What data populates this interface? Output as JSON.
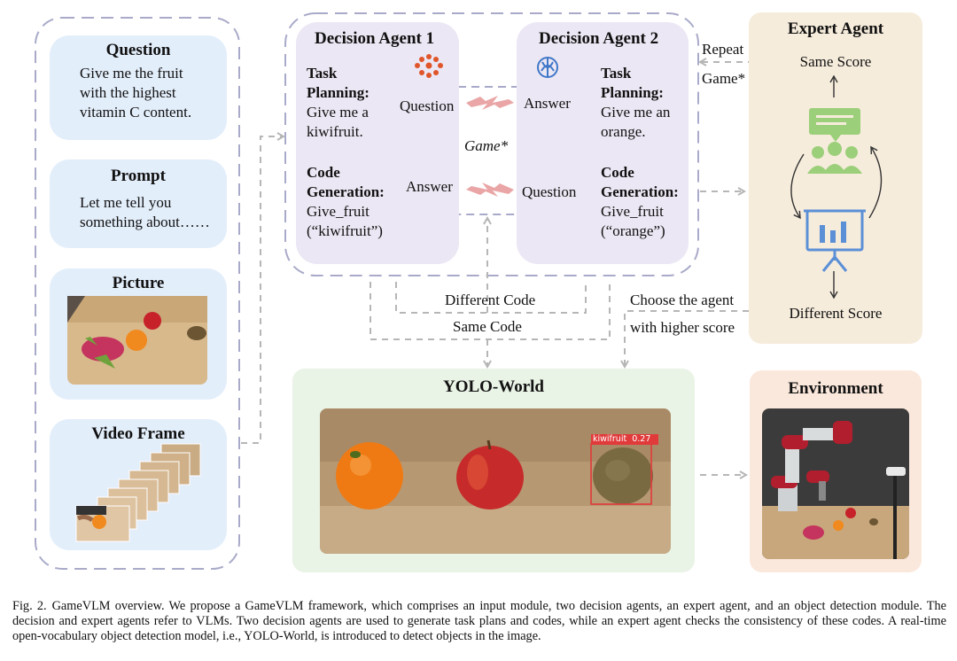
{
  "input": {
    "question_title": "Question",
    "question_lines": [
      "Give me the fruit",
      "with the highest",
      "vitamin C content."
    ],
    "prompt_title": "Prompt",
    "prompt_lines": [
      "Let me tell you",
      "something about……"
    ],
    "picture_title": "Picture",
    "video_title": "Video Frame"
  },
  "agent1": {
    "title": "Decision Agent 1",
    "task_label_1": "Task",
    "task_label_2": "Planning:",
    "task_lines": [
      "Give me a",
      "kiwifruit."
    ],
    "code_label_1": "Code",
    "code_label_2": "Generation:",
    "code_lines": [
      "Give_fruit",
      "(“kiwifruit”)"
    ]
  },
  "agent2": {
    "title": "Decision Agent 2",
    "task_label_1": "Task",
    "task_label_2": "Planning:",
    "task_lines": [
      "Give me an",
      "orange."
    ],
    "code_label_1": "Code",
    "code_label_2": "Generation:",
    "code_lines": [
      "Give_fruit",
      "(“orange”)"
    ]
  },
  "game": {
    "label": "Game*",
    "question_left": "Question",
    "answer_right": "Answer",
    "answer_left": "Answer",
    "question_right": "Question"
  },
  "flow": {
    "different_code": "Different Code",
    "same_code": "Same Code",
    "choose_line1": "Choose the agent",
    "choose_line2": "with higher score",
    "repeat_line1": "Repeat",
    "repeat_line2": "Game*"
  },
  "expert": {
    "title": "Expert Agent",
    "same_score": "Same Score",
    "different_score": "Different Score"
  },
  "yolo": {
    "title": "YOLO-World",
    "detection_label": "kiwifruit  0.27"
  },
  "environment": {
    "title": "Environment"
  },
  "caption": {
    "fig": "Fig. 2.",
    "text": "GameVLM overview. We propose a GameVLM framework, which comprises an input module, two decision agents, an expert agent, and an object detection module. The decision and expert agents refer to VLMs. Two decision agents are used to generate task plans and codes, while an expert agent checks the consistency of these codes. A real-time open-vocabulary object detection model, i.e., YOLO-World, is introduced to detect objects in the image."
  },
  "colors": {
    "input_card": "#e3eefb",
    "agent_box": "#ece7f4",
    "expert_panel": "#f6ecdc",
    "yolo_panel": "#e9f3e6",
    "env_panel": "#fbe8dc",
    "dashed_outline": "#a9aac9",
    "arrow": "#b6b6b6",
    "game_arrow": "#eaa6a6",
    "icon_green": "#9ccf7a",
    "icon_blue": "#5b8fd6"
  }
}
